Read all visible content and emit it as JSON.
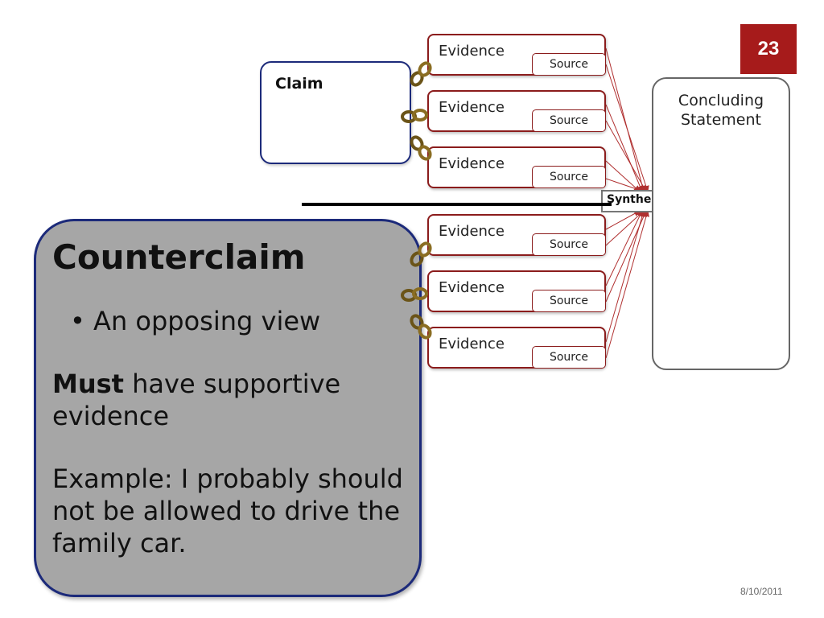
{
  "slide_number": "23",
  "claim": {
    "title": "Claim"
  },
  "evidence": [
    {
      "label": "Evidence",
      "source": "Source"
    },
    {
      "label": "Evidence",
      "source": "Source"
    },
    {
      "label": "Evidence",
      "source": "Source"
    },
    {
      "label": "Evidence",
      "source": "Source"
    },
    {
      "label": "Evidence",
      "source": "Source"
    },
    {
      "label": "Evidence",
      "source": "Source"
    }
  ],
  "concluding": {
    "line1": "Concluding",
    "line2": "Statement"
  },
  "synthesis": {
    "label": "Synthesis"
  },
  "counterclaim": {
    "title": "Counterclaim",
    "bullet": "• An opposing view",
    "must_bold": "Must",
    "must_rest": " have supportive evidence",
    "example": "Example:  I probably should not be allowed to drive the family car."
  },
  "footer": {
    "date": "8/10/2011"
  },
  "colors": {
    "accent": "#a61b1b",
    "evidence_border": "#8b1c1c",
    "claim_border": "#1c2a7a",
    "counter_fill": "#a6a6a6"
  }
}
